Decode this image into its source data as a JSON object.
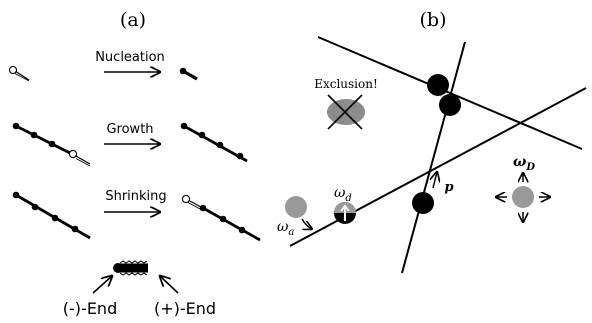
{
  "panel_a": {
    "label": "(a)",
    "rows": [
      {
        "label": "Nucleation"
      },
      {
        "label": "Growth"
      },
      {
        "label": "Shrinking"
      }
    ],
    "ends": {
      "minus": "(-)-End",
      "plus": "(+)-End"
    }
  },
  "panel_b": {
    "label": "(b)",
    "exclusion_label": "Exclusion!",
    "omega_a": "ω",
    "omega_a_sub": "a",
    "omega_d": "ω",
    "omega_d_sub": "d",
    "omega_D": "ω",
    "omega_D_sub": "D",
    "p": "p"
  },
  "colors": {
    "ink": "#000000",
    "gray_particle": "#999999",
    "exclusion_gray": "#8c8c8c"
  }
}
